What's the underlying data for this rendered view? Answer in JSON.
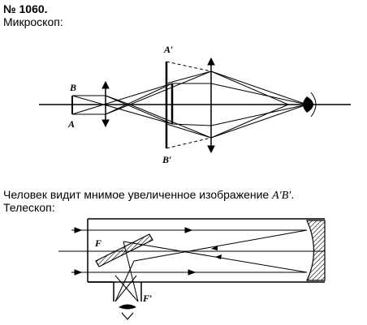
{
  "problem": {
    "number": "№ 1060.",
    "title1": "Микроскоп:"
  },
  "microscope": {
    "labels": {
      "B": "B",
      "A": "A",
      "A_prime": "A′",
      "B_prime": "B′"
    }
  },
  "statement": {
    "prefix": "Человек видит мнимое увеличенное изображение ",
    "object": "A′B′",
    "suffix": "."
  },
  "telescope": {
    "title": "Телескоп:",
    "labels": {
      "F": "F",
      "F_prime": "F′"
    }
  }
}
